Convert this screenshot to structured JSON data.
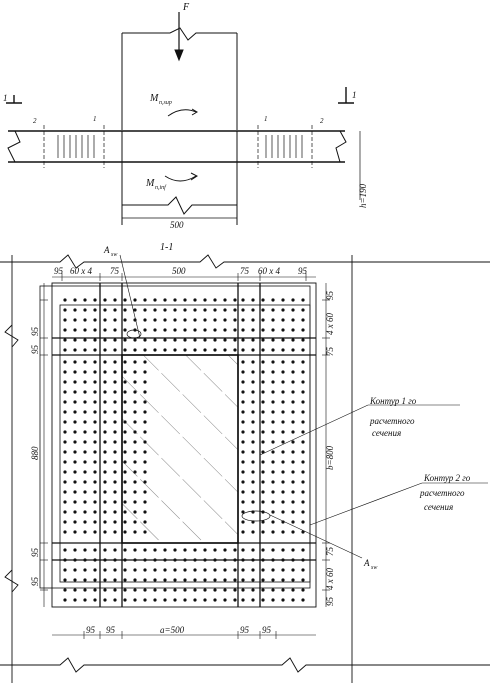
{
  "labels": {
    "force": "F",
    "moment_sup": "M",
    "moment_sup_sub": "n,sup",
    "moment_inf": "M",
    "moment_inf_sub": "n,inf",
    "section_mark": "1",
    "reinf_start_left": "2",
    "reinf_end_left": "1",
    "reinf_end_right": "1",
    "reinf_start_right": "2",
    "column_width": "500",
    "slab_thickness": "h=190",
    "section_title": "1-1",
    "asw_top": "A",
    "asw_top_sub": "sw",
    "asw_bottom": "A",
    "asw_bottom_sub": "sw",
    "contour1_line1": "Контур 1 го",
    "contour1_line2": "расчетного",
    "contour1_line3": "сечения",
    "contour2_line1": "Контур 2 го",
    "contour2_line2": "расчетного",
    "contour2_line3": "сечения"
  },
  "dims_top": [
    "95",
    "60 x 4",
    "75",
    "500",
    "75",
    "60 x 4",
    "95"
  ],
  "dims_left": [
    "95",
    "95",
    "880",
    "95",
    "95"
  ],
  "dims_right": [
    "95",
    "4 x 60",
    "75",
    "b=800",
    "75",
    "4 x 60",
    "95"
  ],
  "dims_bottom": [
    "95",
    "95",
    "a=500",
    "95",
    "95"
  ]
}
